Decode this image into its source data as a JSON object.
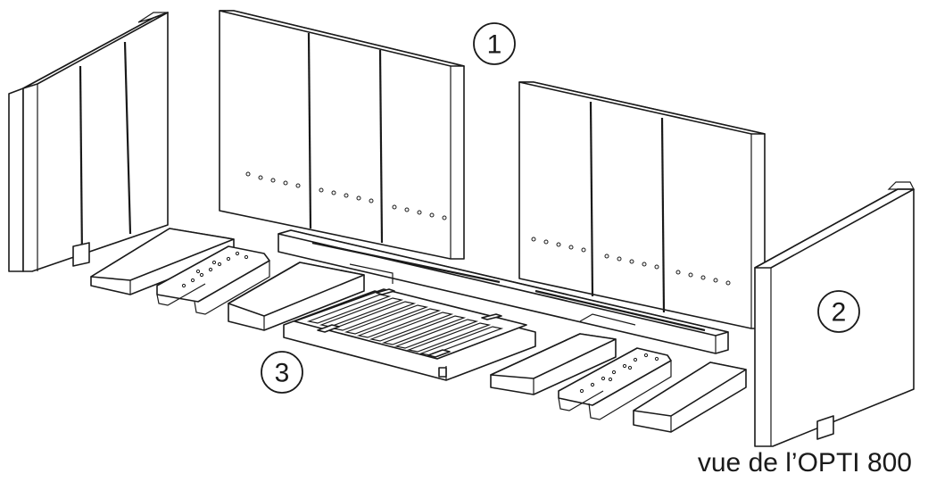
{
  "callouts": {
    "c1": "1",
    "c2": "2",
    "c3": "3"
  },
  "caption": "vue de l’OPTI 800",
  "colors": {
    "line": "#1a1a1a",
    "background": "#ffffff"
  }
}
